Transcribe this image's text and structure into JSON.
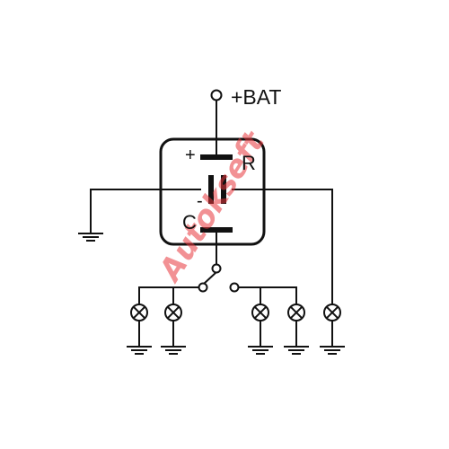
{
  "diagram": {
    "supply_label": "+BAT",
    "pin_plus": "+",
    "pin_minus": "-",
    "pin_R": "R",
    "pin_C": "C",
    "lamp_count": 5,
    "ground_count": 6
  },
  "watermark": {
    "text": "Autokseft",
    "color": "#e8373d"
  },
  "colors": {
    "line": "#111111",
    "background": "#ffffff"
  }
}
